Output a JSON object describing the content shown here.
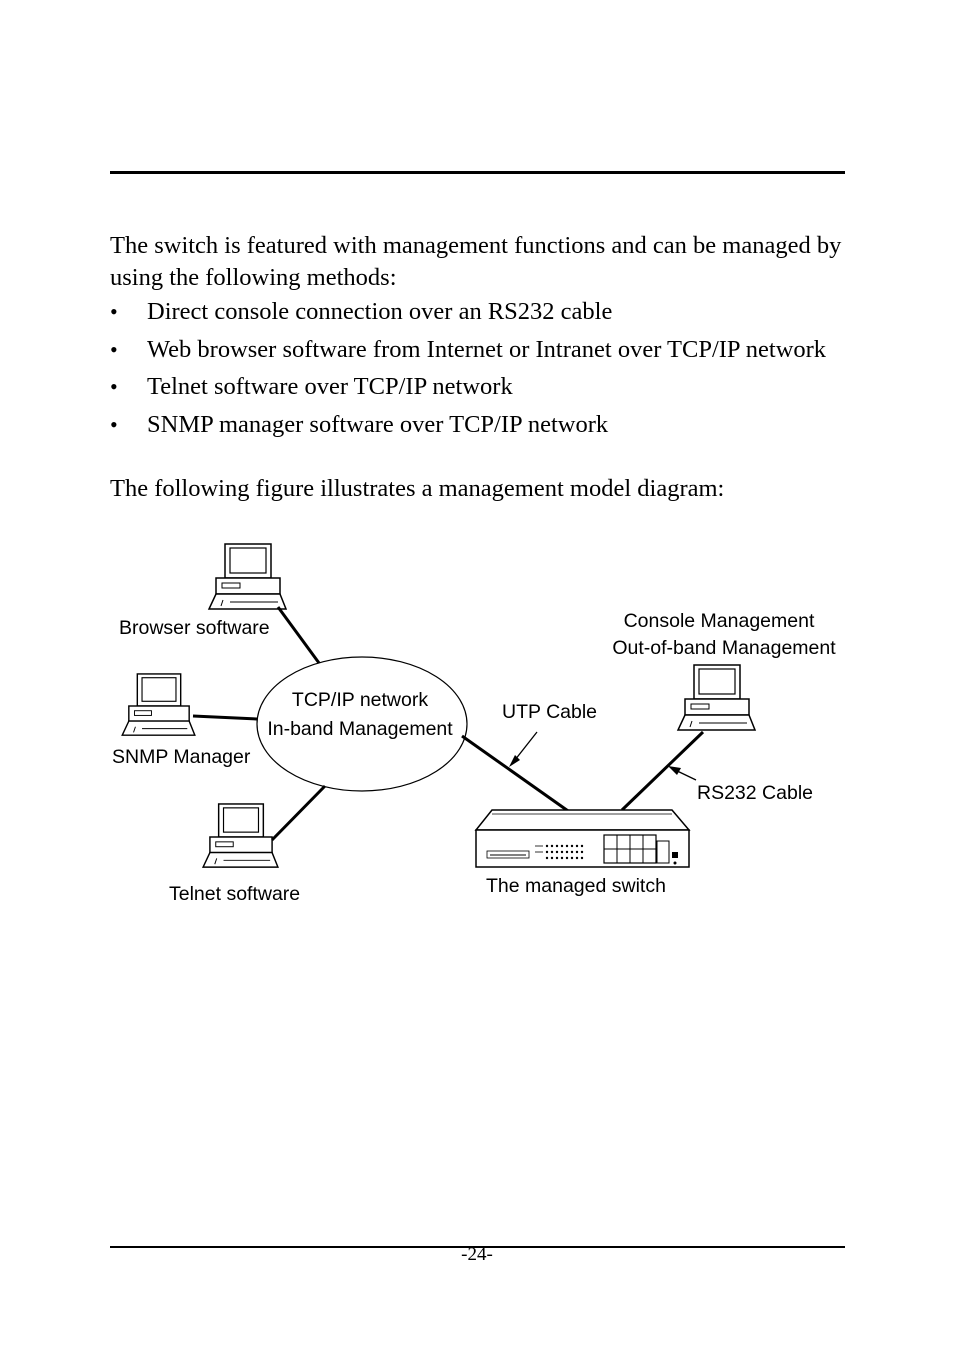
{
  "intro": "The switch is featured with management functions and can be managed by using the following methods:",
  "methods": [
    "Direct console connection over an RS232 cable",
    "Web browser software from Internet or Intranet over TCP/IP network",
    "Telnet software over TCP/IP network",
    "SNMP manager software over TCP/IP network"
  ],
  "bullet_symbol": "•",
  "figure_intro": "The following figure illustrates a management model diagram:",
  "diagram": {
    "browser_label": "Browser software",
    "snmp_label": "SNMP Manager",
    "telnet_label": "Telnet software",
    "network_line1": "TCP/IP network",
    "network_line2": "In-band Management",
    "utp_label": "UTP Cable",
    "console_line1": "Console Management",
    "console_line2": "Out-of-band Management",
    "rs232_label": "RS232 Cable",
    "switch_label": "The managed switch"
  },
  "page_number": "-24-"
}
